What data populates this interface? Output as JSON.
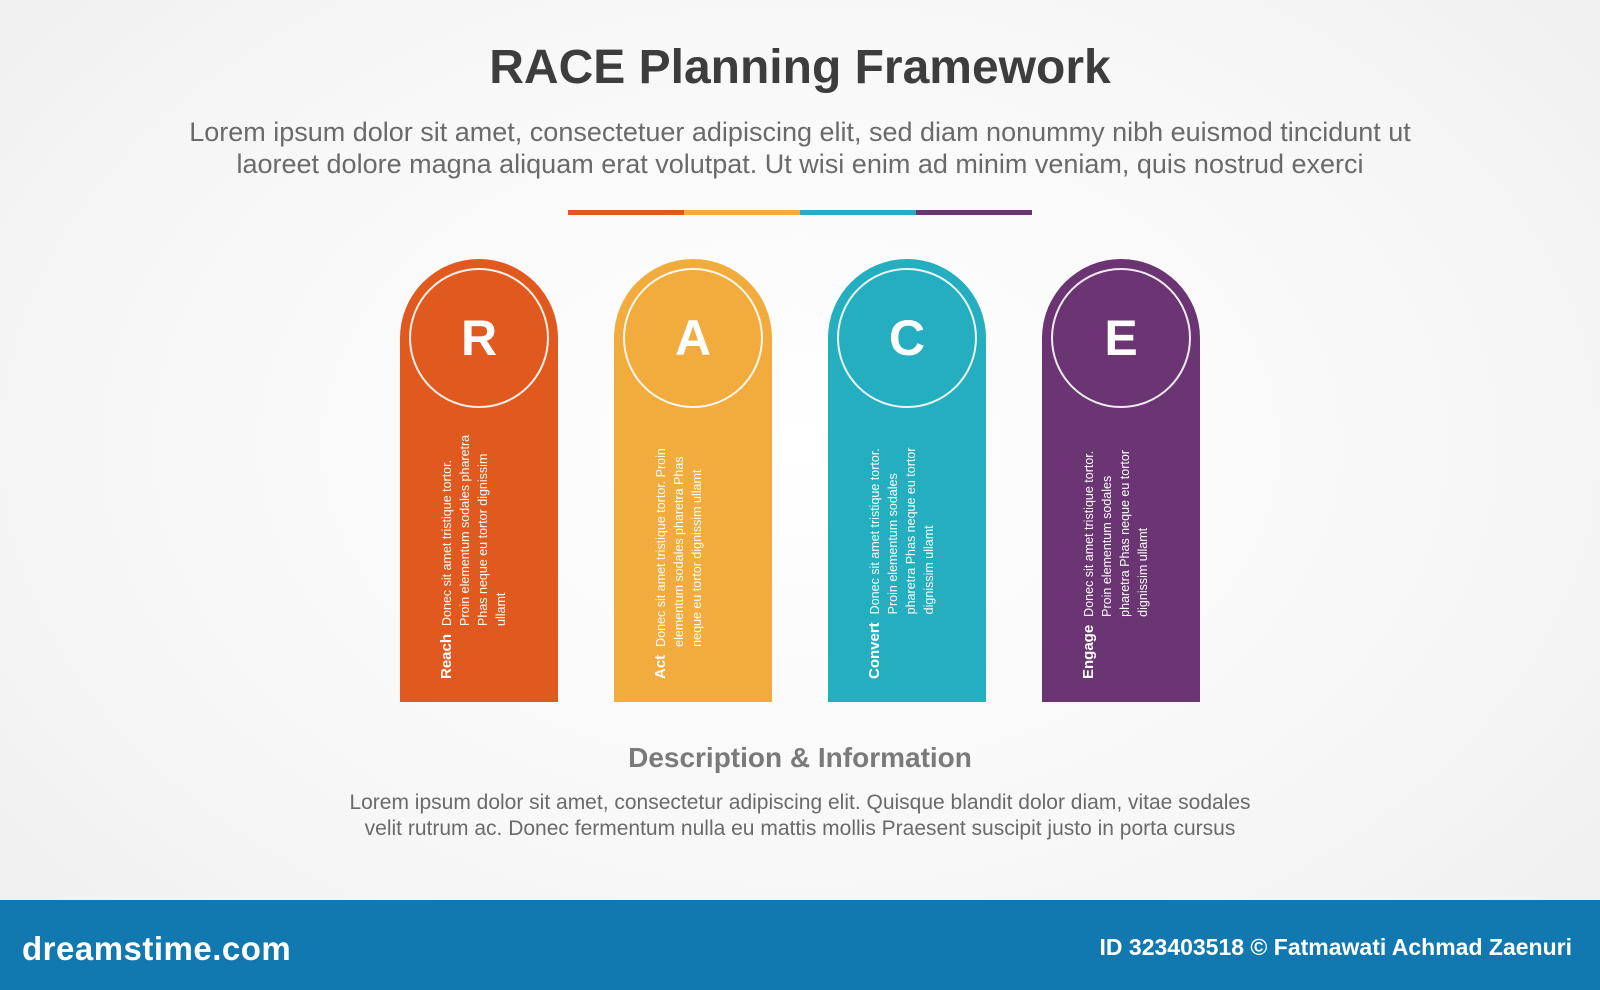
{
  "header": {
    "title": "RACE Planning Framework",
    "subtitle_line1": "Lorem ipsum dolor sit amet, consectetuer adipiscing elit, sed diam nonummy nibh euismod tincidunt ut",
    "subtitle_line2": "laoreet dolore magna aliquam erat volutpat. Ut wisi enim ad minim veniam, quis nostrud exerci"
  },
  "divider_colors": [
    "#e05a1f",
    "#f2ab3d",
    "#25aec0",
    "#6b3472"
  ],
  "cards": [
    {
      "letter": "R",
      "label": "Reach",
      "text": "Donec sit amet tristique tortor. Proin elementum sodales pharetra Phas neque eu tortor dignissim ullamt",
      "color": "#e05a1f"
    },
    {
      "letter": "A",
      "label": "Act",
      "text": "Donec sit amet tristique tortor. Proin elementum sodales pharetra Phas neque eu tortor dignissim ullamt",
      "color": "#f2ab3d"
    },
    {
      "letter": "C",
      "label": "Convert",
      "text": "Donec sit amet tristique tortor. Proin elementum sodales pharetra Phas neque eu tortor dignissim ullamt",
      "color": "#25aec0"
    },
    {
      "letter": "E",
      "label": "Engage",
      "text": "Donec sit amet tristique tortor. Proin elementum sodales pharetra Phas neque eu tortor dignissim ullamt",
      "color": "#6b3472"
    }
  ],
  "description": {
    "title": "Description & Information",
    "line1": "Lorem ipsum dolor sit amet, consectetur adipiscing elit. Quisque blandit dolor diam, vitae sodales",
    "line2": "velit rutrum ac. Donec fermentum nulla eu mattis mollis Praesent suscipit justo in porta cursus"
  },
  "footer": {
    "brand": "dreamstime.com",
    "credit": "ID 323403518 © Fatmawati  Achmad Zaenuri",
    "background": "#1278b0"
  }
}
